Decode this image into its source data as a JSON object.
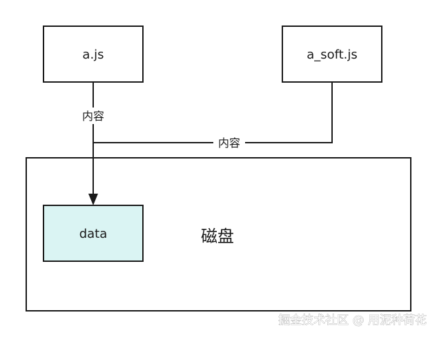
{
  "nodes": {
    "a_js": "a.js",
    "a_soft_js": "a_soft.js",
    "data": "data",
    "disk": "磁盘"
  },
  "edges": {
    "content_left": "内容",
    "content_right": "内容"
  },
  "watermark": "掘金技术社区 @ 用泥种荷花",
  "colors": {
    "stroke": "#1a1a1a",
    "data_fill": "#daf4f3",
    "box_fill": "#ffffff"
  }
}
